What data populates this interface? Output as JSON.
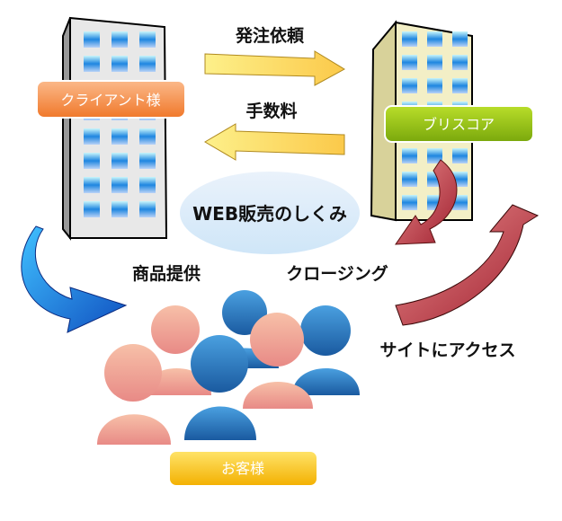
{
  "title": "WEB販売のしくみ",
  "labels": {
    "client": "クライアント様",
    "company": "ブリスコア",
    "customer": "お客様"
  },
  "flows": {
    "order": "発注依頼",
    "fee": "手数料",
    "product": "商品提供",
    "closing": "クロージング",
    "access": "サイトにアクセス"
  },
  "colors": {
    "client": "#f07a2a",
    "company": "#8cbf10",
    "customer": "#f5b800",
    "arrow_gold": "#fbd55c",
    "arrow_blue": "#1a7ae0",
    "arrow_red": "#b8363e"
  }
}
